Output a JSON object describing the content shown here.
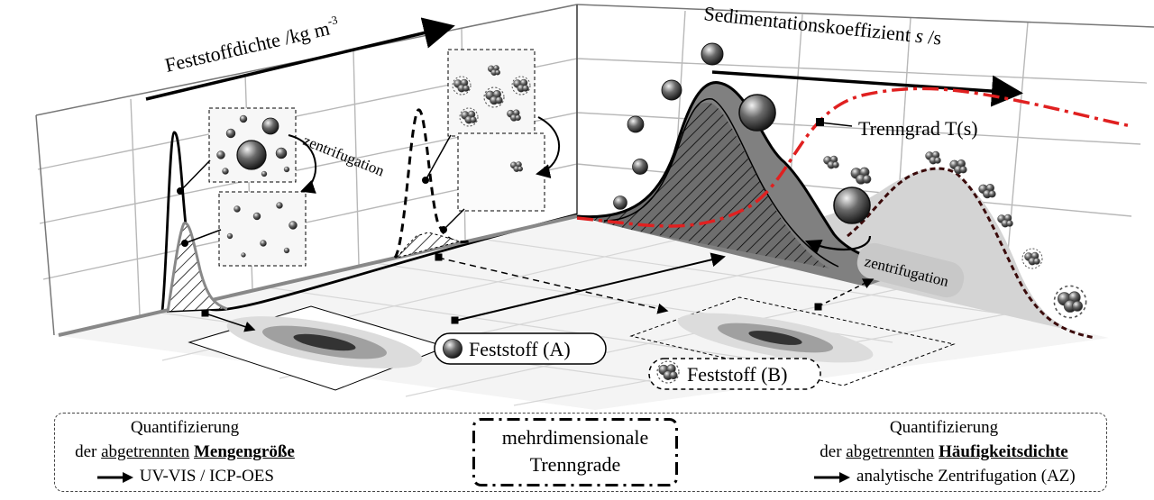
{
  "labels": {
    "axis_density": "Feststoffdichte /kg m",
    "axis_density_sup": "-3",
    "axis_sediment_prefix": "Sedimentationskoeffizient ",
    "axis_sediment_var": "s",
    "axis_sediment_unit": " /s",
    "centrifugation_left": "zentrifugation",
    "centrifugation_right": "zentrifugation",
    "trenngrad": "Trenngrad T(s)",
    "solid_a": "Feststoff (A)",
    "solid_b": "Feststoff (B)"
  },
  "bottom": {
    "left_line1": "Quantifizierung",
    "left_line2_prefix": "der ",
    "left_line2_underlined": "abgetrennten",
    "left_line2_bold": "Mengengröße",
    "left_line3": "UV-VIS / ICP-OES",
    "center_line1": "mehrdimensionale",
    "center_line2": "Trenngrade",
    "right_line1": "Quantifizierung",
    "right_line2_prefix": "der ",
    "right_line2_underlined": "abgetrennten",
    "right_line2_bold": "Häufigkeitsdichte",
    "right_line3": "analytische Zentrifugation (AZ)"
  },
  "colors": {
    "trenngrad_curve": "#e02020",
    "dark_fill": "#7a7a7a",
    "light_fill": "#cfcfcf",
    "dashed_curve": "#3a0a0a"
  },
  "icons": [
    "sphere-icon",
    "agglomerate-icon",
    "arrow-icon"
  ]
}
